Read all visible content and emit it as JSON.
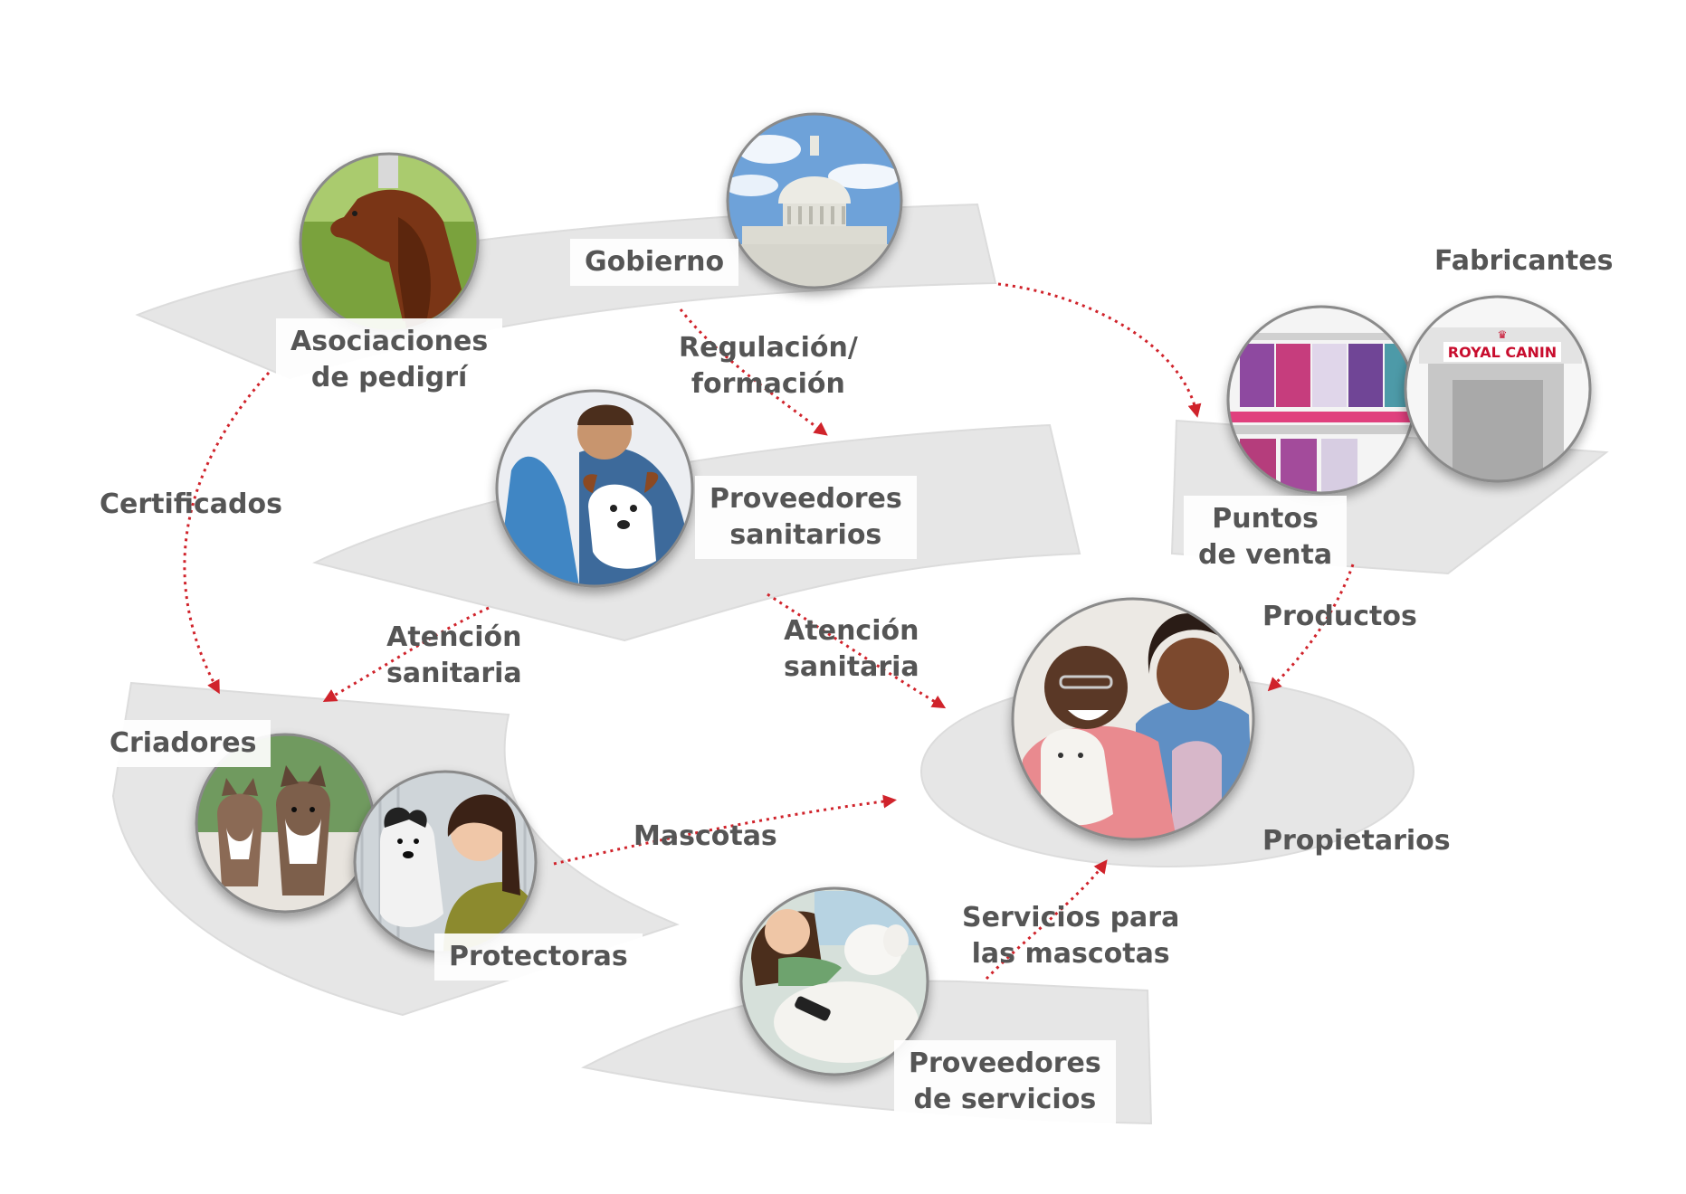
{
  "colors": {
    "platform": "#e6e6e6",
    "platform_edge": "#d2d2d2",
    "arrow": "#d0232b",
    "label_text": "#555555",
    "photo_ring": "#8a8a8a"
  },
  "stakeholders": {
    "gobierno": {
      "label": "Gobierno",
      "icon": "capitol-building-photo"
    },
    "asociaciones": {
      "label_line1": "Asociaciones",
      "label_line2": "de pedigrí",
      "icon": "setter-dog-photo"
    },
    "fabricantes": {
      "label": "Fabricantes",
      "icon": "royal-canin-building-photo"
    },
    "puntos_venta": {
      "label_line1": "Puntos",
      "label_line2": "de venta",
      "icon": "pet-food-shelf-photo"
    },
    "proveedores_sanitarios": {
      "label_line1": "Proveedores",
      "label_line2": "sanitarios",
      "icon": "vet-with-dog-photo"
    },
    "criadores": {
      "label": "Criadores",
      "icon": "husky-puppies-photo"
    },
    "protectoras": {
      "label": "Protectoras",
      "icon": "woman-with-dog-photo"
    },
    "propietarios": {
      "label": "Propietarios",
      "icon": "couple-with-dog-photo"
    },
    "proveedores_servicios": {
      "label_line1": "Proveedores",
      "label_line2": "de servicios",
      "icon": "poodle-grooming-photo"
    }
  },
  "flows": {
    "regulacion": {
      "line1": "Regulación/",
      "line2": "formación"
    },
    "certificados": {
      "label": "Certificados"
    },
    "atencion_criadores": {
      "line1": "Atención",
      "line2": "sanitaria"
    },
    "atencion_propietarios": {
      "line1": "Atención",
      "line2": "sanitaria"
    },
    "productos": {
      "label": "Productos"
    },
    "mascotas": {
      "label": "Mascotas"
    },
    "servicios": {
      "line1": "Servicios para",
      "line2": "las mascotas"
    }
  }
}
